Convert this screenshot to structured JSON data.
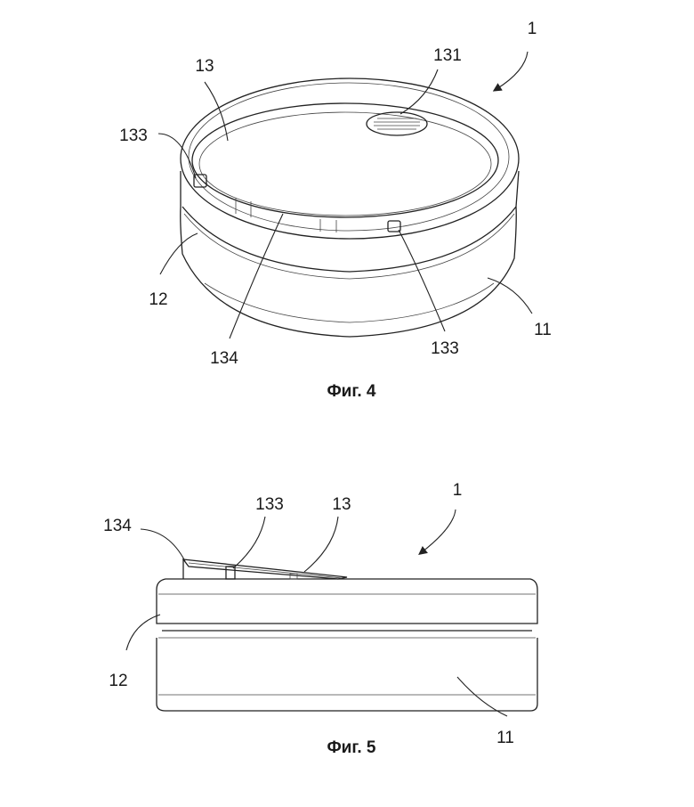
{
  "figures": [
    {
      "caption": "Фиг. 4",
      "labels": {
        "assembly": "1",
        "lid": "13",
        "vent": "131",
        "tab_left": "133",
        "tab_right": "133",
        "hinge": "134",
        "top_part": "12",
        "bottom_part": "11"
      }
    },
    {
      "caption": "Фиг. 5",
      "labels": {
        "assembly": "1",
        "hinge": "134",
        "tab": "133",
        "lid": "13",
        "top_part": "12",
        "bottom_part": "11"
      }
    }
  ]
}
